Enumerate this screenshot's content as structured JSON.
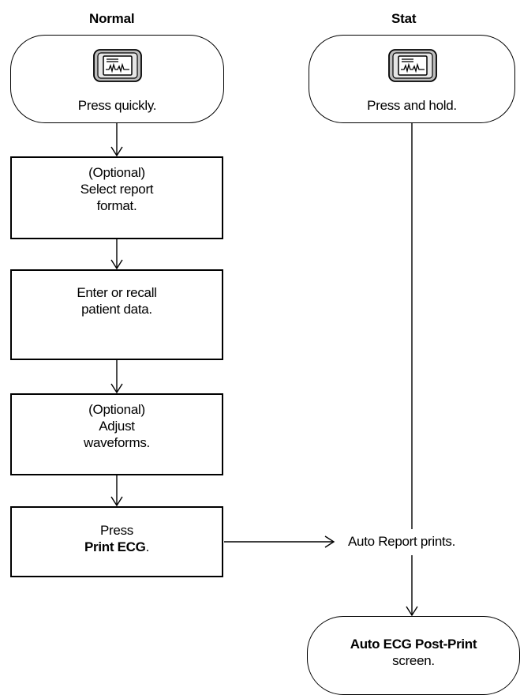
{
  "columns": {
    "normal": {
      "title": "Normal"
    },
    "stat": {
      "title": "Stat"
    }
  },
  "nodes": {
    "start_normal": {
      "text": "Press quickly.",
      "icon": "ecg-button-icon"
    },
    "start_stat": {
      "text": "Press and hold.",
      "icon": "ecg-button-icon"
    },
    "step_format": {
      "lines": [
        "(Optional)",
        "Select report",
        "format."
      ]
    },
    "step_patient": {
      "lines": [
        "Enter or recall",
        "patient data."
      ]
    },
    "step_waveforms": {
      "lines": [
        "(Optional)",
        "Adjust",
        "waveforms."
      ]
    },
    "step_print": {
      "line1": "Press",
      "bold": "Print ECG",
      "tail": "."
    },
    "auto_report": {
      "text": "Auto Report prints."
    },
    "end": {
      "bold": "Auto ECG Post-Print",
      "tail": "screen."
    }
  }
}
